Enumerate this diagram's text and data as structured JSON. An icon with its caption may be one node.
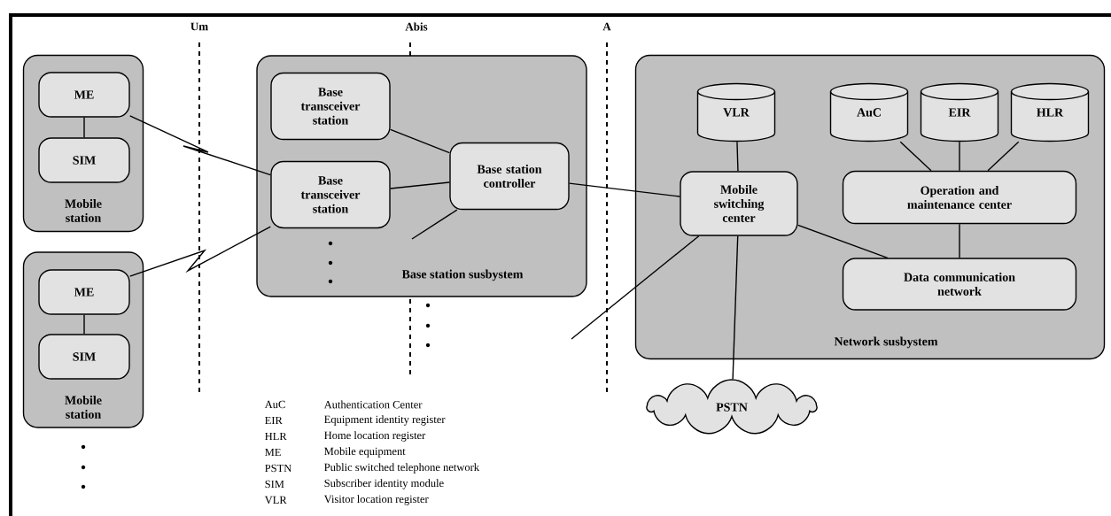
{
  "diagram": {
    "nodes": [
      {
        "text": [
          "Mobile station"
        ]
      },
      {
        "text": [
          "ME"
        ],
        "in": 0
      },
      {
        "text": [
          "SIM"
        ],
        "in": 0
      },
      {
        "text": [
          "Mobile station"
        ]
      },
      {
        "text": [
          "ME"
        ],
        "in": 3
      },
      {
        "text": [
          "SIM"
        ],
        "in": 3
      },
      {
        "text": [
          "Base station susbystem"
        ]
      },
      {
        "text": [
          "Base transceiver station"
        ],
        "in": 6
      },
      {
        "text": [
          "Base transceiver station"
        ],
        "in": 6
      },
      {
        "text": [
          "Base station controller"
        ],
        "in": 6
      },
      {
        "text": [
          "Network susbystem"
        ]
      },
      {
        "text": [
          "VLR"
        ],
        "in": 10
      },
      {
        "text": [
          "Mobile switching center"
        ],
        "in": 10
      },
      {
        "text": [
          "AuC"
        ],
        "in": 10
      },
      {
        "text": [
          "EIR"
        ],
        "in": 10
      },
      {
        "text": [
          "HLR"
        ],
        "in": 10
      },
      {
        "text": [
          "Operation and maintenance center"
        ],
        "in": 10
      },
      {
        "text": [
          "Data communication network"
        ],
        "in": 10
      },
      {
        "text": [
          "PSTN"
        ]
      }
    ],
    "edges": [
      {
        "from": 1,
        "to": 2,
        "arrow": "none"
      },
      {
        "from": 1,
        "to": 8,
        "arrow": "none"
      },
      {
        "from": 4,
        "to": 5,
        "arrow": "none"
      },
      {
        "from": 4,
        "to": 8,
        "arrow": "none"
      },
      {
        "from": 7,
        "to": 9,
        "arrow": "none"
      },
      {
        "from": 8,
        "to": 9,
        "arrow": "none"
      },
      {
        "from": 9,
        "to": null,
        "arrow": "none"
      },
      {
        "from": 9,
        "to": 12,
        "arrow": "none"
      },
      {
        "from": 11,
        "to": 12,
        "arrow": "none"
      },
      {
        "from": 12,
        "to": null,
        "arrow": "none"
      },
      {
        "from": 12,
        "to": 17,
        "arrow": "none"
      },
      {
        "from": 12,
        "to": 18,
        "arrow": "none"
      },
      {
        "from": 13,
        "to": 16,
        "arrow": "none"
      },
      {
        "from": 14,
        "to": 16,
        "arrow": "none"
      },
      {
        "from": 15,
        "to": 16,
        "arrow": "none"
      },
      {
        "from": 16,
        "to": 17,
        "arrow": "none"
      }
    ],
    "labels": [
      "Um",
      "Abis",
      "A",
      "AuC",
      "Authentication Center",
      "EIR",
      "Equipment identity register",
      "HLR",
      "Home location register",
      "ME",
      "Mobile equipment",
      "PSTN",
      "Public switched telephone network",
      "SIM",
      "Subscriber identity module",
      "VLR",
      "Visitor location register"
    ]
  }
}
